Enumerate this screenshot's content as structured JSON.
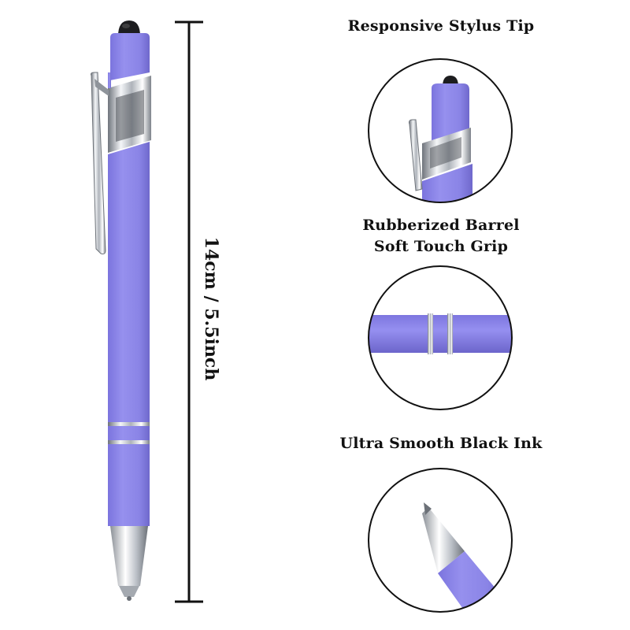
{
  "measurement": {
    "label": "14cm / 5.5inch"
  },
  "features": [
    {
      "lines": [
        "Responsive Stylus Tip"
      ],
      "detail": "stylus-tip"
    },
    {
      "lines": [
        "Rubberized Barrel",
        "Soft Touch Grip"
      ],
      "detail": "barrel-rings"
    },
    {
      "lines": [
        "Ultra Smooth Black Ink"
      ],
      "detail": "ink-tip"
    }
  ],
  "colors": {
    "barrel": "#8c86e8",
    "barrel_shadow": "#726bd0",
    "chrome": "#d9dde3",
    "stylus": "#1d1d1f",
    "text": "#111111"
  }
}
